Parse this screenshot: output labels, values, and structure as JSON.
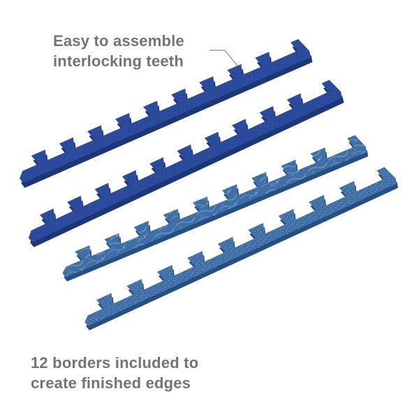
{
  "captions": {
    "top": {
      "line1": "Easy to assemble",
      "line2": "interlocking teeth"
    },
    "bottom": {
      "line1": "12 borders included to",
      "line2": "create finished edges"
    }
  },
  "colors": {
    "caption_text": "#747474",
    "leader_line": "#8c8c8c",
    "solid_blue_face": "#2b4a9b",
    "solid_blue_side": "#1c3677",
    "patterned_blue_face": "#3f6fa6",
    "patterned_blue_side": "#274e80",
    "pattern_highlight": "#7fa3c9"
  },
  "borders": [
    {
      "style": "solid-blue",
      "teeth": 9
    },
    {
      "style": "solid-blue",
      "teeth": 10
    },
    {
      "style": "patterned-blue",
      "teeth": 9
    },
    {
      "style": "patterned-blue",
      "teeth": 9
    }
  ]
}
